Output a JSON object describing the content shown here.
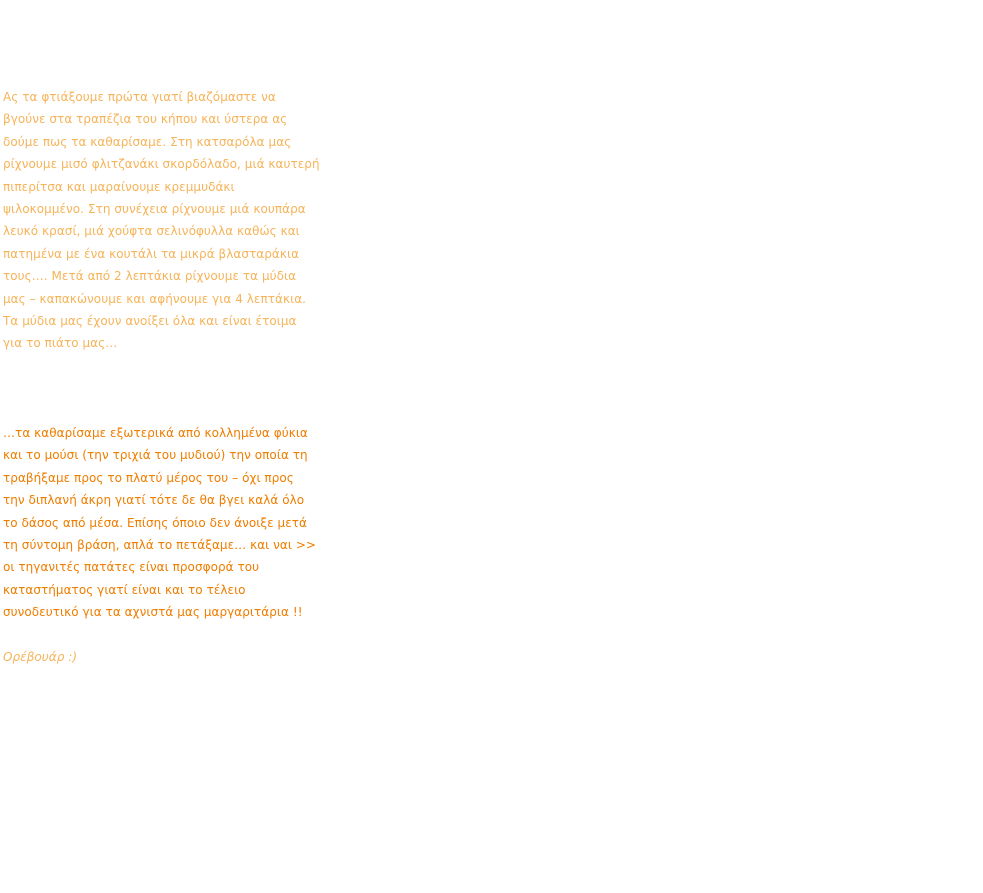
{
  "paragraph_1": {
    "lines": [
      "Ας τα φτιάξουμε πρώτα γιατί βιαζόμαστε να",
      "βγούνε στα τραπέζια του κήπου και ύστερα ας",
      "δούμε πως τα καθαρίσαμε. Στη κατσαρόλα μας",
      "ρίχνουμε μισό φλιτζανάκι σκορδόλαδο, μιά καυτερή",
      "πιπερίτσα  και μαραίνουμε κρεμμυδάκι",
      "ψιλοκομμένο. Στη συνέχεια ρίχνουμε μιά κουπάρα",
      "λευκό κρασί, μιά χούφτα σελινόφυλλα καθώς και",
      "πατημένα με ένα κουτάλι τα μικρά βλασταράκια",
      "τους…. Μετά από 2 λεπτάκια ρίχνουμε τα μύδια",
      "μας – καπακώνουμε και αφήνουμε για 4 λεπτάκια.",
      "Τα μύδια μας έχουν ανοίξει όλα και είναι έτοιμα",
      "για το πιάτο μας…"
    ]
  },
  "paragraph_2": {
    "lines": [
      "…τα καθαρίσαμε εξωτερικά από κολλημένα φύκια",
      "και το μούσι (την τριχιά του μυδιού) την οποία τη",
      "τραβήξαμε προς το πλατύ μέρος του – όχι προς",
      "την διπλανή άκρη γιατί τότε δε θα βγει καλά όλο",
      "το δάσος από μέσα. Επίσης όποιο δεν άνοιξε μετά",
      "τη σύντομη βράση, απλά το πετάξαμε… και ναι >>",
      "οι τηγανιτές πατάτες είναι προσφορά του",
      "καταστήματος γιατί είναι και το τέλειο",
      "συνοδευτικό για τα αχνιστά μας μαργαριτάρια !!"
    ]
  },
  "signoff": "Ορέβουάρ :)",
  "colors": {
    "light_text": "#f6b45a",
    "dark_text": "#ef7d00",
    "background": "#ffffff"
  }
}
